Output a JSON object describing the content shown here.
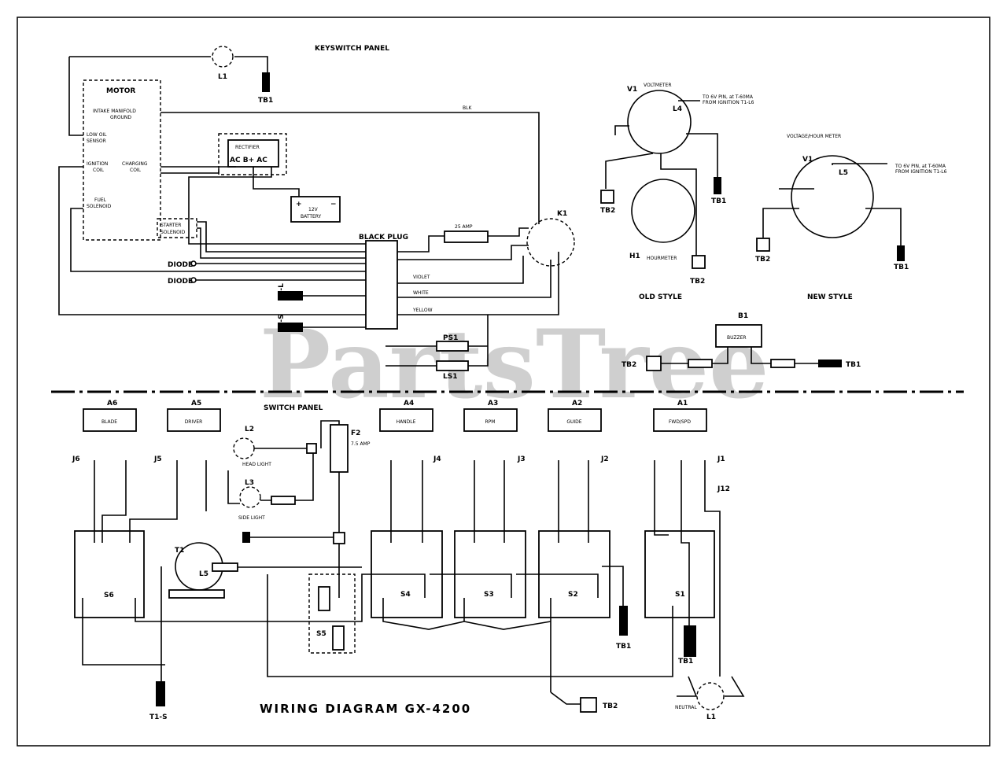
{
  "watermark": "PartsTree",
  "top": {
    "keyswitch_panel": "KEYSWITCH PANEL",
    "motor": {
      "title": "MOTOR",
      "intake1": "INTAKE MANIFOLD",
      "intake2": "GROUND",
      "lowoil1": "LOW OIL",
      "lowoil2": "SENSOR",
      "ign1": "IGNITION",
      "ign2": "COIL",
      "chg1": "CHARGING",
      "chg2": "COIL",
      "fuel1": "FUEL",
      "fuel2": "SOLENOID",
      "start1": "STARTER",
      "start2": "SOLENOID"
    },
    "rectifier": {
      "title": "RECTIFIER",
      "pins": "AC B+ AC"
    },
    "battery": {
      "v": "12V",
      "label": "BATTERY",
      "plus": "+",
      "minus": "−"
    },
    "l1_top": "L1",
    "tb1": "TB1",
    "tb2": "TB2",
    "blk": "BLK",
    "black_plug": "BLACK PLUG",
    "amp_fuse": "25 AMP",
    "k1": "K1",
    "diode1": "DIODE",
    "diode2": "DIODE",
    "t1l": "T1-L",
    "t1s": "T1-S",
    "violet": "VIOLET",
    "white": "WHITE",
    "yellow": "YELLOW",
    "ps1": "PS1",
    "ls1": "LS1",
    "v1": "V1",
    "voltmeter": "VOLTMETER",
    "l4": "L4",
    "h1": "H1",
    "hourmeter": "HOURMETER",
    "to_note1": "TO 6V PIN, at T-60MA",
    "to_note2": "FROM IGNITION T1-L6",
    "old_style": "OLD STYLE",
    "new_style": "NEW STYLE",
    "vh_meter": "VOLTAGE/HOUR METER",
    "l5_meter": "L5",
    "b1": "B1",
    "buzzer": "BUZZER"
  },
  "bottom": {
    "switch_panel": "SWITCH PANEL",
    "title": "WIRING DIAGRAM GX-4200",
    "modules": [
      {
        "id": "A6",
        "label": "BLADE"
      },
      {
        "id": "A5",
        "label": "DRIVER"
      },
      {
        "id": "A4",
        "label": "HANDLE"
      },
      {
        "id": "A3",
        "label": "RPM"
      },
      {
        "id": "A2",
        "label": "GUIDE"
      },
      {
        "id": "A1",
        "label": "FWD/SPD"
      }
    ],
    "jacks": [
      "J6",
      "J5",
      "J4",
      "J3",
      "J2",
      "J1",
      "J12"
    ],
    "switches": [
      "S6",
      "S5",
      "S4",
      "S3",
      "S2",
      "S1"
    ],
    "l2": "L2",
    "l3": "L3",
    "head_light": "HEAD LIGHT",
    "side_light": "SIDE LIGHT",
    "f2": "F2",
    "f2_amp": "7.5 AMP",
    "t1": "T1",
    "l5": "L5",
    "tb1": "TB1",
    "tb2": "TB2",
    "t1s": "T1-S",
    "l1": "L1",
    "neutral": "NEUTRAL"
  }
}
